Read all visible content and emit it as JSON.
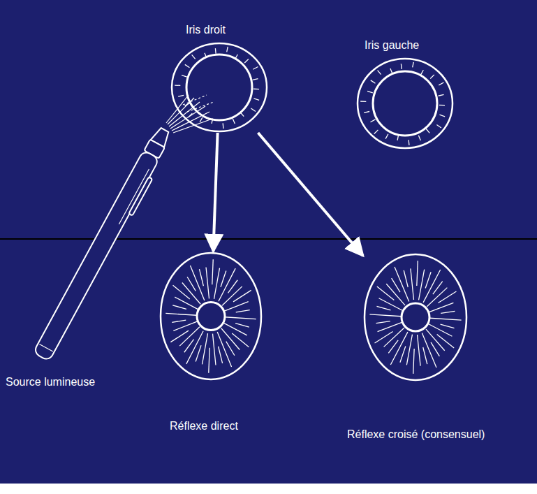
{
  "diagram": {
    "nodes": [
      {
        "text": [
          "Iris droit"
        ]
      },
      {
        "text": [
          "Iris gauche"
        ]
      },
      {
        "text": [
          "Réflexe direct"
        ]
      },
      {
        "text": [
          "Réflexe croisé (consensuel)"
        ]
      }
    ],
    "edges": [
      {
        "from": 0,
        "to": 2,
        "arrow": "to"
      },
      {
        "from": 0,
        "to": 3,
        "arrow": "to"
      }
    ],
    "labels": [
      "Source lumineuse"
    ]
  }
}
